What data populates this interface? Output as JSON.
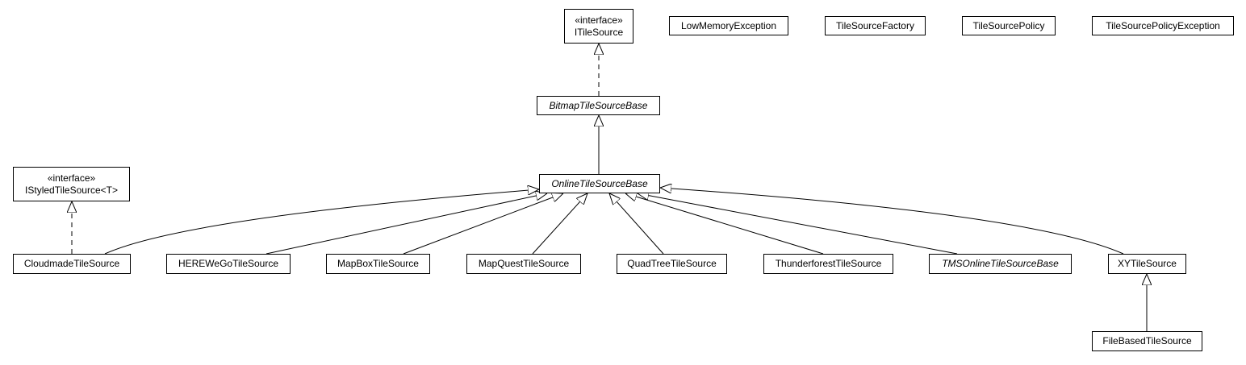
{
  "classes": {
    "itilesource": {
      "stereotype": "«interface»",
      "name": "ITileSource"
    },
    "low_memory_exception": {
      "name": "LowMemoryException"
    },
    "tile_source_factory": {
      "name": "TileSourceFactory"
    },
    "tile_source_policy": {
      "name": "TileSourcePolicy"
    },
    "tile_source_policy_exception": {
      "name": "TileSourcePolicyException"
    },
    "bitmap_tile_source_base": {
      "name": "BitmapTileSourceBase",
      "abstract": true
    },
    "istyled_tile_source": {
      "stereotype": "«interface»",
      "name": "IStyledTileSource<T>"
    },
    "online_tile_source_base": {
      "name": "OnlineTileSourceBase",
      "abstract": true
    },
    "cloudmade_tile_source": {
      "name": "CloudmadeTileSource"
    },
    "herewego_tile_source": {
      "name": "HEREWeGoTileSource"
    },
    "mapbox_tile_source": {
      "name": "MapBoxTileSource"
    },
    "mapquest_tile_source": {
      "name": "MapQuestTileSource"
    },
    "quadtree_tile_source": {
      "name": "QuadTreeTileSource"
    },
    "thunderforest_tile_source": {
      "name": "ThunderforestTileSource"
    },
    "tms_online_tile_source_base": {
      "name": "TMSOnlineTileSourceBase",
      "abstract": true
    },
    "xy_tile_source": {
      "name": "XYTileSource"
    },
    "file_based_tile_source": {
      "name": "FileBasedTileSource"
    }
  },
  "relations": [
    {
      "from": "bitmap_tile_source_base",
      "to": "itilesource",
      "kind": "realization"
    },
    {
      "from": "online_tile_source_base",
      "to": "bitmap_tile_source_base",
      "kind": "generalization"
    },
    {
      "from": "cloudmade_tile_source",
      "to": "istyled_tile_source",
      "kind": "realization"
    },
    {
      "from": "cloudmade_tile_source",
      "to": "online_tile_source_base",
      "kind": "generalization"
    },
    {
      "from": "herewego_tile_source",
      "to": "online_tile_source_base",
      "kind": "generalization"
    },
    {
      "from": "mapbox_tile_source",
      "to": "online_tile_source_base",
      "kind": "generalization"
    },
    {
      "from": "mapquest_tile_source",
      "to": "online_tile_source_base",
      "kind": "generalization"
    },
    {
      "from": "quadtree_tile_source",
      "to": "online_tile_source_base",
      "kind": "generalization"
    },
    {
      "from": "thunderforest_tile_source",
      "to": "online_tile_source_base",
      "kind": "generalization"
    },
    {
      "from": "tms_online_tile_source_base",
      "to": "online_tile_source_base",
      "kind": "generalization"
    },
    {
      "from": "xy_tile_source",
      "to": "online_tile_source_base",
      "kind": "generalization"
    },
    {
      "from": "file_based_tile_source",
      "to": "xy_tile_source",
      "kind": "generalization"
    }
  ]
}
